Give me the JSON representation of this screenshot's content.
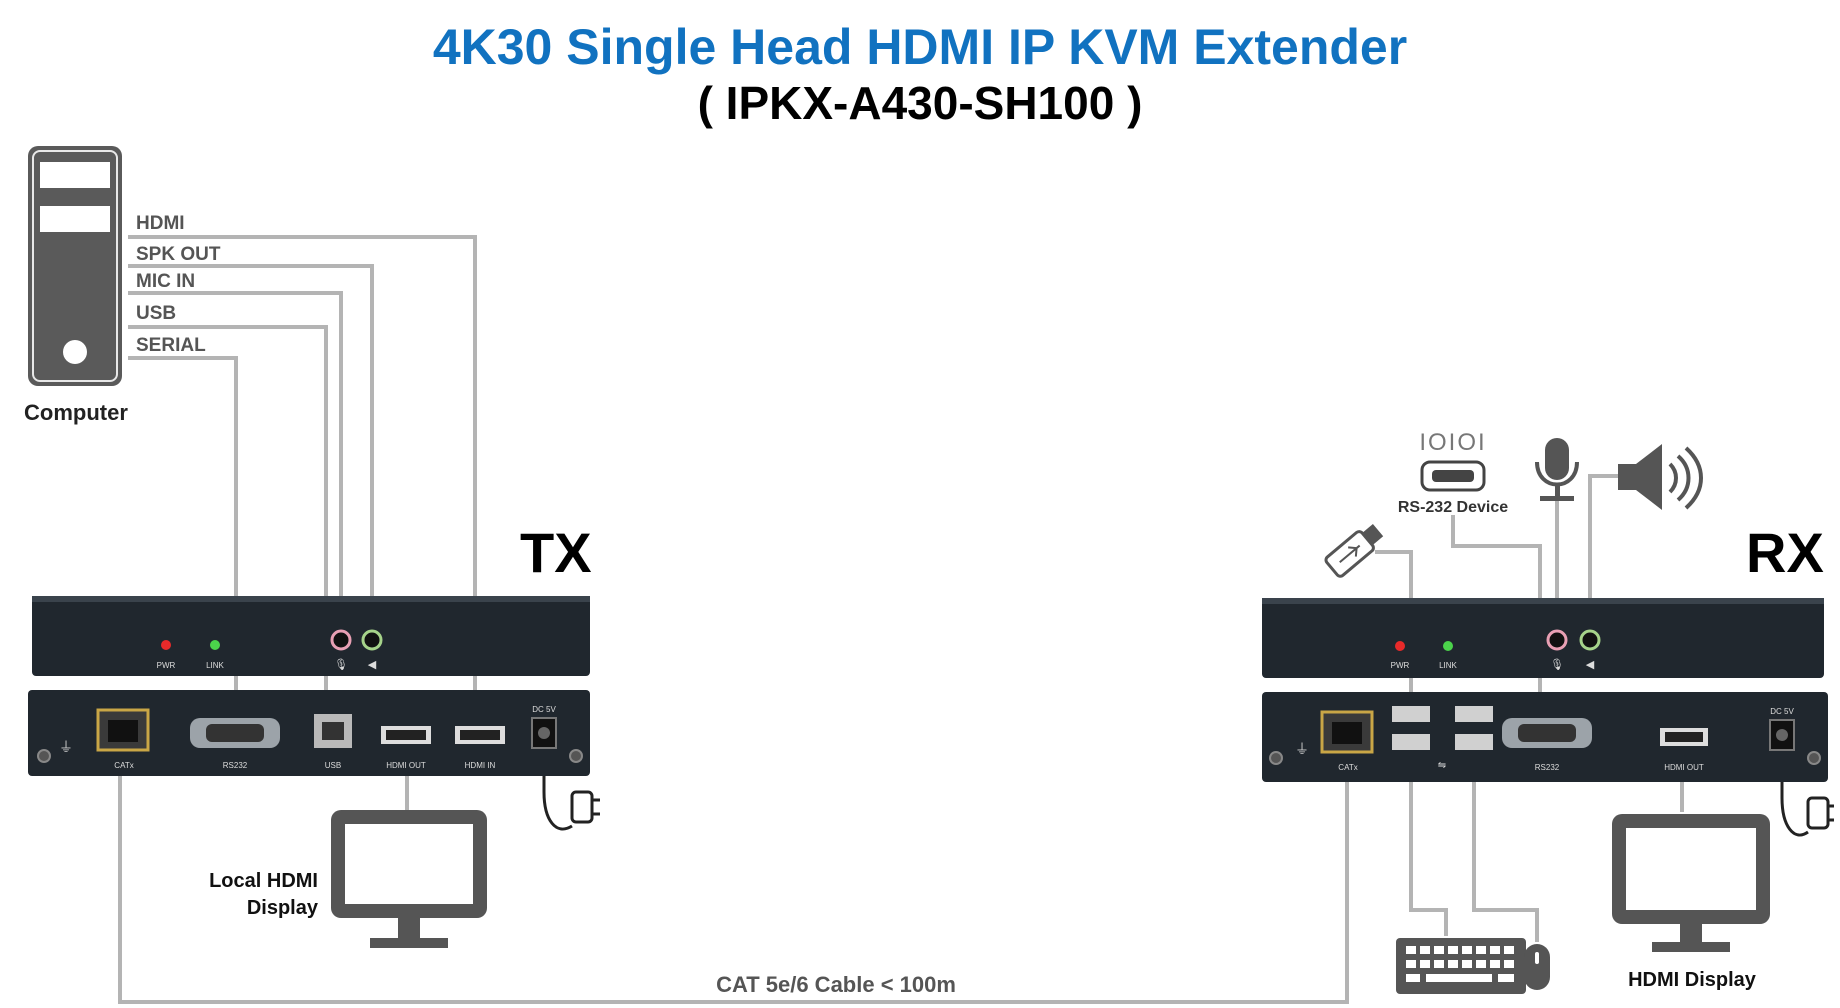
{
  "header": {
    "title": "4K30 Single Head HDMI IP KVM Extender",
    "subtitle": "( IPKX-A430-SH100 )"
  },
  "colors": {
    "title": "#1172c0",
    "cable": "#b4b4b4",
    "device": "#20272e",
    "icon": "#5a5a5a"
  },
  "computer": {
    "label": "Computer",
    "ports": [
      "HDMI",
      "SPK OUT",
      "MIC IN",
      "USB",
      "SERIAL"
    ]
  },
  "tx": {
    "label": "TX",
    "front_leds": [
      "PWR",
      "LINK"
    ],
    "rear_ports": [
      "CATx",
      "RS232",
      "USB",
      "HDMI OUT",
      "HDMI IN"
    ],
    "dc_label": "DC 5V",
    "display_label_line1": "Local HDMI",
    "display_label_line2": "Display"
  },
  "rx": {
    "label": "RX",
    "front_leds": [
      "PWR",
      "LINK"
    ],
    "rear_ports": [
      "CATx",
      "RS232",
      "HDMI OUT"
    ],
    "dc_label": "DC 5V",
    "rs232_device_bits": "IOIOI",
    "rs232_device_label": "RS-232 Device",
    "display_label": "HDMI Display"
  },
  "cable_label": "CAT 5e/6 Cable < 100m"
}
